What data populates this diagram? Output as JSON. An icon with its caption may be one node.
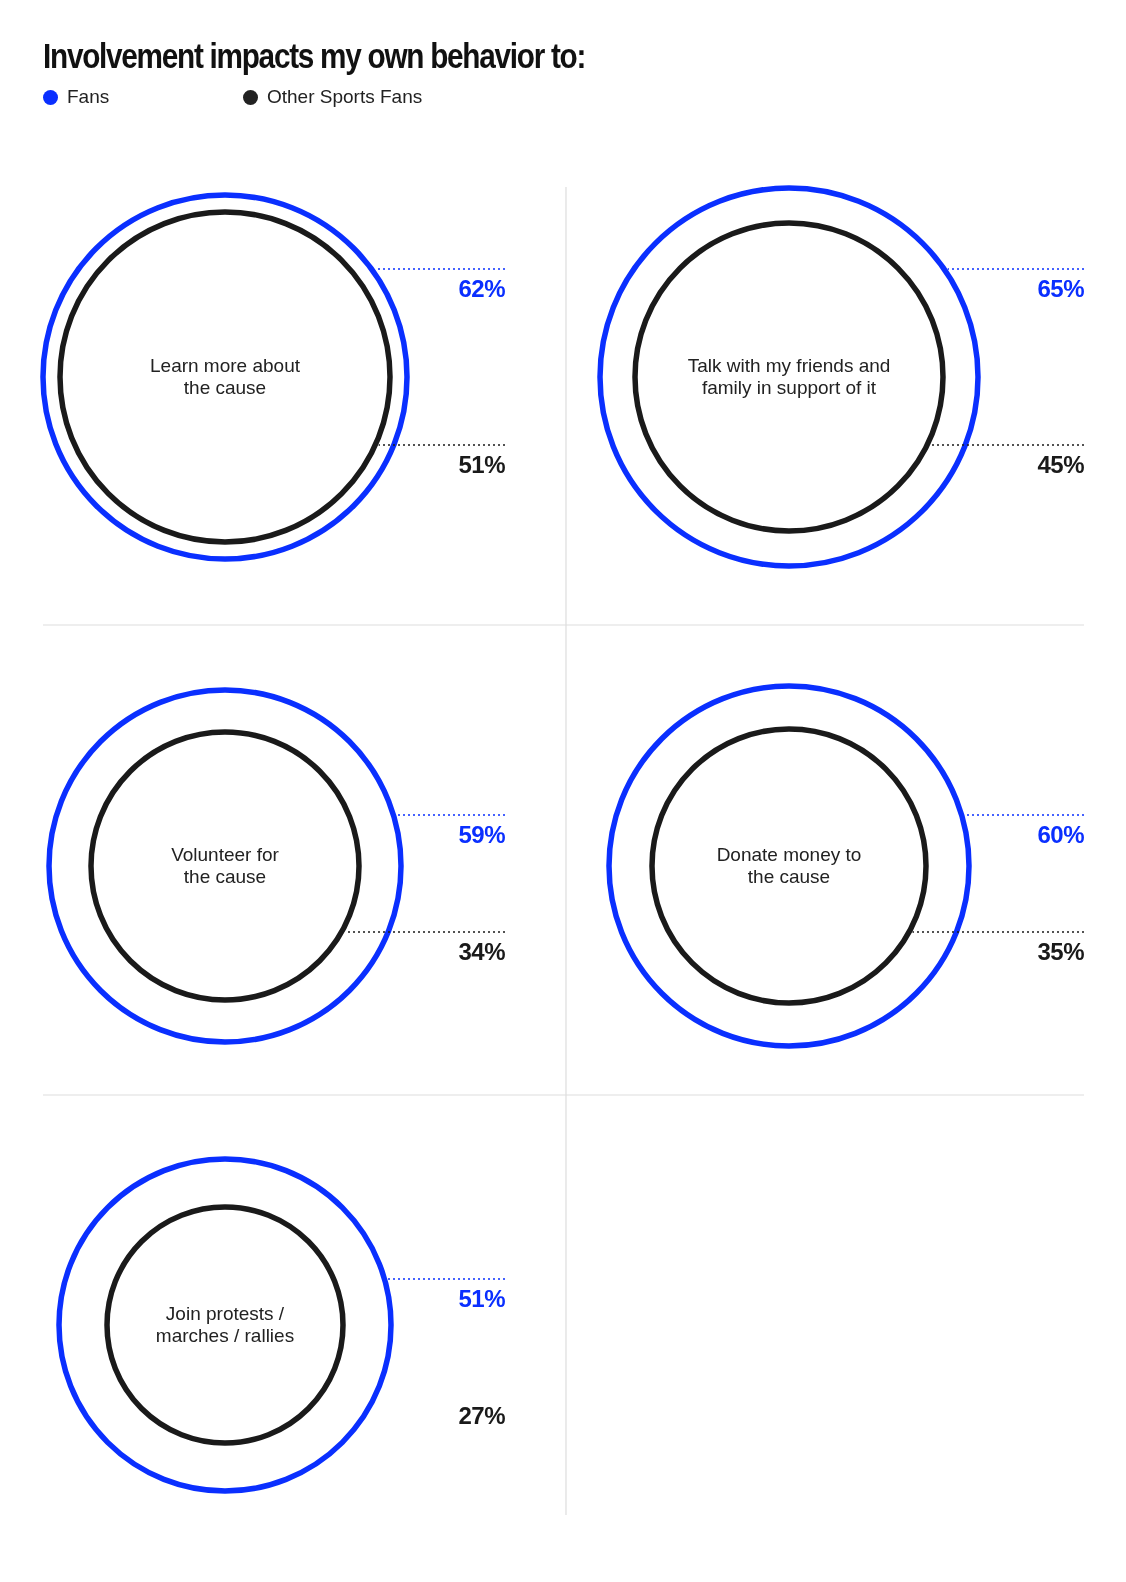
{
  "diagram": {
    "title": "Involvement impacts my own behavior to:",
    "nodes": [
      {
        "text": [],
        "shape": "circle"
      },
      {
        "text": [
          "Learn more about the cause"
        ],
        "in": 0
      },
      {
        "text": [
          "62%"
        ]
      },
      {
        "text": [
          "51%"
        ]
      },
      {
        "text": [],
        "shape": "circle"
      },
      {
        "text": [
          "Talk with my friends and family in support of it"
        ],
        "in": 4
      },
      {
        "text": [
          "65%"
        ]
      },
      {
        "text": [
          "45%"
        ]
      },
      {
        "text": [],
        "shape": "circle"
      },
      {
        "text": [
          "Volunteer for the cause"
        ],
        "in": 8
      },
      {
        "text": [
          "59%"
        ]
      },
      {
        "text": [
          "34%"
        ]
      },
      {
        "text": [],
        "shape": "circle"
      },
      {
        "text": [
          "Donate money to the cause"
        ],
        "in": 12
      },
      {
        "text": [
          "60%"
        ]
      },
      {
        "text": [
          "35%"
        ]
      },
      {
        "text": [],
        "shape": "circle"
      },
      {
        "text": [
          "Join protests / marches / rallies"
        ],
        "in": 16
      },
      {
        "text": [
          "51%"
        ]
      }
    ],
    "edges": [
      {
        "from": 2,
        "to": 0,
        "arrow": "none"
      },
      {
        "from": 3,
        "to": 1,
        "arrow": "none",
        "color": "#1a1a1a"
      },
      {
        "from": 6,
        "to": 4,
        "arrow": "none"
      },
      {
        "from": 7,
        "to": 5,
        "arrow": "none",
        "color": "#1a1a1a"
      },
      {
        "from": 10,
        "to": 8,
        "arrow": "none"
      },
      {
        "from": 11,
        "to": 9,
        "arrow": "none",
        "color": "#1a1a1a"
      },
      {
        "from": 14,
        "to": 12,
        "arrow": "none"
      },
      {
        "from": 15,
        "to": 13,
        "arrow": "none",
        "color": "#1a1a1a"
      },
      {
        "from": 18,
        "to": 16,
        "arrow": "none"
      }
    ],
    "labels": [
      "27%"
    ],
    "legend": [
      {
        "text": "Fans",
        "color": "#0a2fff"
      },
      {
        "text": "Other Sports Fans",
        "color": "#222222"
      }
    ]
  }
}
